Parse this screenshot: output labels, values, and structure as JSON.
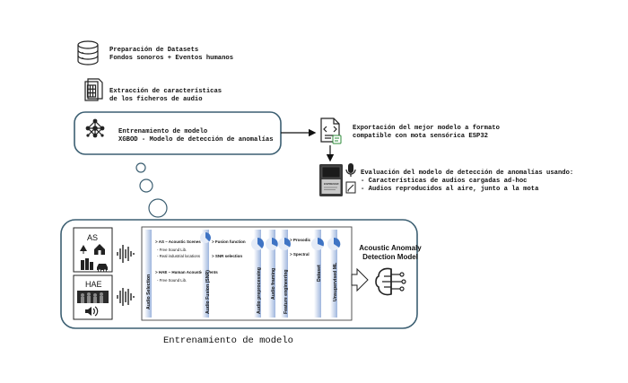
{
  "steps": {
    "datasets": {
      "line1": "Preparación de Datasets",
      "line2": "Fondos sonoros + Eventos humanos"
    },
    "extraction": {
      "line1": "Extracción de características",
      "line2": "de los ficheros de audio"
    },
    "training": {
      "line1": "Entrenamiento de modelo",
      "line2": "XGBOD - Modelo de detección de anomalías"
    },
    "export": {
      "line1": "Exportación del mejor modelo a formato",
      "line2": "compatible con mota sensórica ESP32"
    },
    "evaluation": {
      "line1": "Evaluación del modelo de detección de anomalías usando:",
      "line2": "- Características de audios cargadas ad-hoc",
      "line3": "- Audios reproducidos al aire, junto a la mota"
    }
  },
  "detail": {
    "as_label": "AS",
    "hae_label": "HAE",
    "audio_selection": "Audio Selection",
    "as_item": {
      "title": "> AS – Acoustic Scenes",
      "bullets": [
        "- Free Sound Lib.",
        "- Real industrial locations"
      ]
    },
    "hae_item": {
      "title": "> HAE – Human Acoustic Events",
      "bullets": [
        "- Free Sound Lib."
      ]
    },
    "audio_fusion": "Audio Fusion (SNR)",
    "fusion_function": "> Fusion function",
    "snr_selection": "> SNR selection",
    "audio_preprocessing": "Audio preprocessing",
    "audio_framing": "Audio framing",
    "feature_engineering": "Feature engineering",
    "prosodic": "> Prosodic",
    "spectral": "> Spectral",
    "dataset": "Dataset",
    "unsupervised_ml": "Unsupervised ML",
    "model_title_line1": "Acoustic Anomaly",
    "model_title_line2": "Detection Model",
    "chip_brand": "ESPRESSIF"
  },
  "caption": "Entrenamiento de modelo",
  "colors": {
    "frame": "#3c5f72",
    "progress": "#3f74c4",
    "ink": "#222222"
  }
}
